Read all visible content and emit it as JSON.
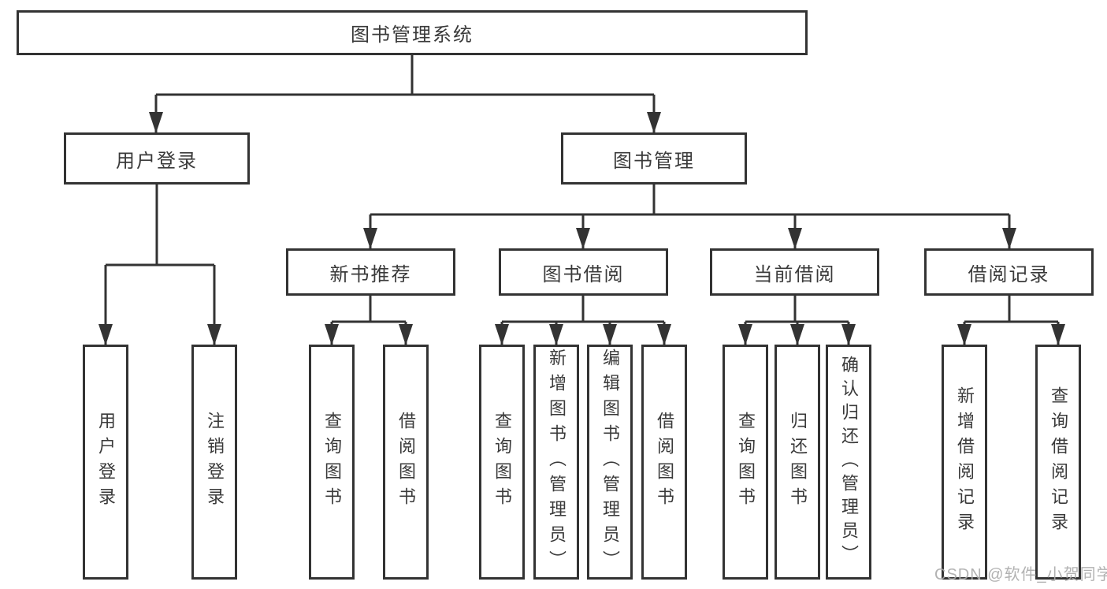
{
  "tree": {
    "root": {
      "label": "图书管理系统",
      "children": [
        {
          "label": "用户登录",
          "children": [
            {
              "label": "用户登录"
            },
            {
              "label": "注销登录"
            }
          ]
        },
        {
          "label": "图书管理",
          "children": [
            {
              "label": "新书推荐",
              "children": [
                {
                  "label": "查询图书"
                },
                {
                  "label": "借阅图书"
                }
              ]
            },
            {
              "label": "图书借阅",
              "children": [
                {
                  "label": "查询图书"
                },
                {
                  "label": "新增图书（管理员）"
                },
                {
                  "label": "编辑图书（管理员）"
                },
                {
                  "label": "借阅图书"
                }
              ]
            },
            {
              "label": "当前借阅",
              "children": [
                {
                  "label": "查询图书"
                },
                {
                  "label": "归还图书"
                },
                {
                  "label": "确认归还（管理员）"
                }
              ]
            },
            {
              "label": "借阅记录",
              "children": [
                {
                  "label": "新增借阅记录"
                },
                {
                  "label": "查询借阅记录"
                }
              ]
            }
          ]
        }
      ]
    }
  },
  "watermark": {
    "text": "CSDN @软件_小贺同学",
    "color": "#aaaaaa"
  },
  "colors": {
    "line": "#333333",
    "box_border": "#333333",
    "box_fill": "#ffffff",
    "text": "#3a3a3a"
  }
}
